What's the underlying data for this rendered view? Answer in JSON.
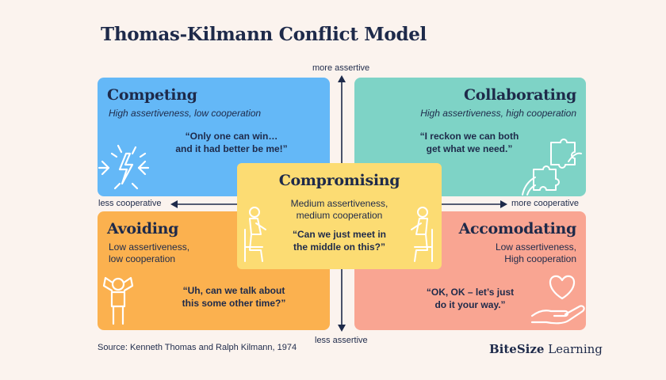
{
  "title": "Thomas-Kilmann Conflict Model",
  "axes": {
    "top": "more assertive",
    "bottom": "less assertive",
    "left": "less cooperative",
    "right": "more cooperative"
  },
  "competing": {
    "heading": "Competing",
    "subtitle": "High assertiveness, low cooperation",
    "quote": "“Only one can win…\nand it had better be me!”",
    "color": "#64b8f7"
  },
  "collaborating": {
    "heading": "Collaborating",
    "subtitle": "High assertiveness, high cooperation",
    "quote": "“I reckon we can both\nget what we need.”",
    "color": "#7ed3c6"
  },
  "compromising": {
    "heading": "Compromising",
    "subtitle": "Medium assertiveness,\nmedium cooperation",
    "quote": "“Can we just meet in\nthe middle on this?”",
    "color": "#fcdc73"
  },
  "avoiding": {
    "heading": "Avoiding",
    "subtitle": "Low assertiveness,\nlow cooperation",
    "quote": "“Uh, can we talk about\nthis some other time?”",
    "color": "#fbb14f"
  },
  "accomodating": {
    "heading": "Accomodating",
    "subtitle": "Low assertiveness,\nHigh cooperation",
    "quote": "“OK, OK – let’s just\ndo it your way.”",
    "color": "#f9a592"
  },
  "source": "Source: Kenneth Thomas and Ralph Kilmann, 1974",
  "brand": {
    "bold": "BiteSize",
    "regular": " Learning"
  },
  "colors": {
    "background": "#fbf3ee",
    "text": "#1e2a4a"
  },
  "icons": {
    "competing": "clash-lightning-icon",
    "collaborating": "puzzle-hands-icon",
    "compromising": "seated-people-icon",
    "avoiding": "covering-ears-person-icon",
    "accomodating": "heart-in-hand-icon"
  }
}
